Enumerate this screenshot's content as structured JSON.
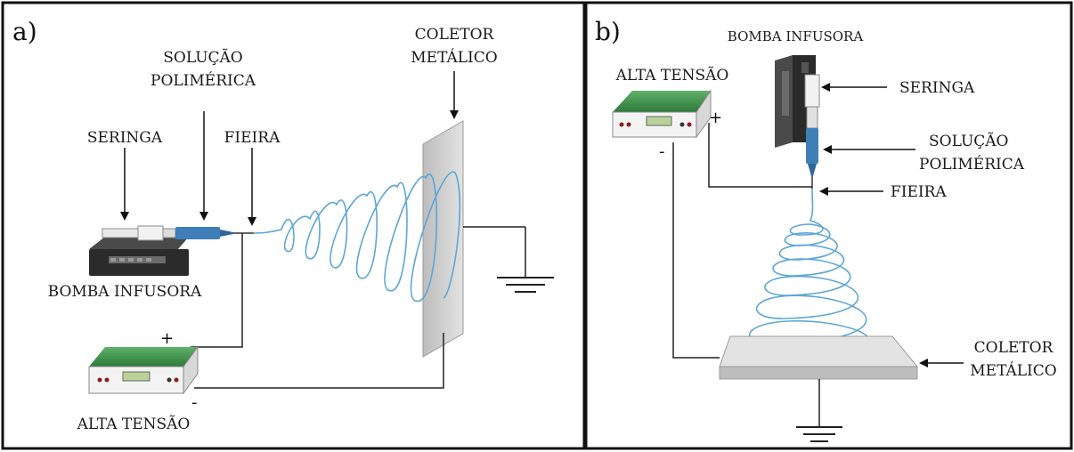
{
  "panel_a": {
    "label": "a)",
    "labels": {
      "coletor_1": "COLETOR",
      "coletor_2": "METÁLICO",
      "solucao_1": "SOLUÇÃO",
      "solucao_2": "POLIMÉRICA",
      "seringa": "SERINGA",
      "fieira": "FIEIRA",
      "bomba": "BOMBA INFUSORA",
      "alta_tensao": "ALTA TENSÃO",
      "plus": "+",
      "minus": "-"
    }
  },
  "panel_b": {
    "label": "b)",
    "labels": {
      "bomba": "BOMBA INFUSORA",
      "alta_tensao": "ALTA TENSÃO",
      "seringa": "SERINGA",
      "solucao_1": "SOLUÇÃO",
      "solucao_2": "POLIMÉRICA",
      "fieira": "FIEIRA",
      "coletor_1": "COLETOR",
      "coletor_2": "METÁLICO",
      "plus": "+",
      "minus": "-"
    }
  },
  "colors": {
    "fiber": "#5da6d6",
    "device_green": "#3f8f4a",
    "collector": "#cfcfcf",
    "pump": "#2b2b2b",
    "border": "#111111"
  }
}
